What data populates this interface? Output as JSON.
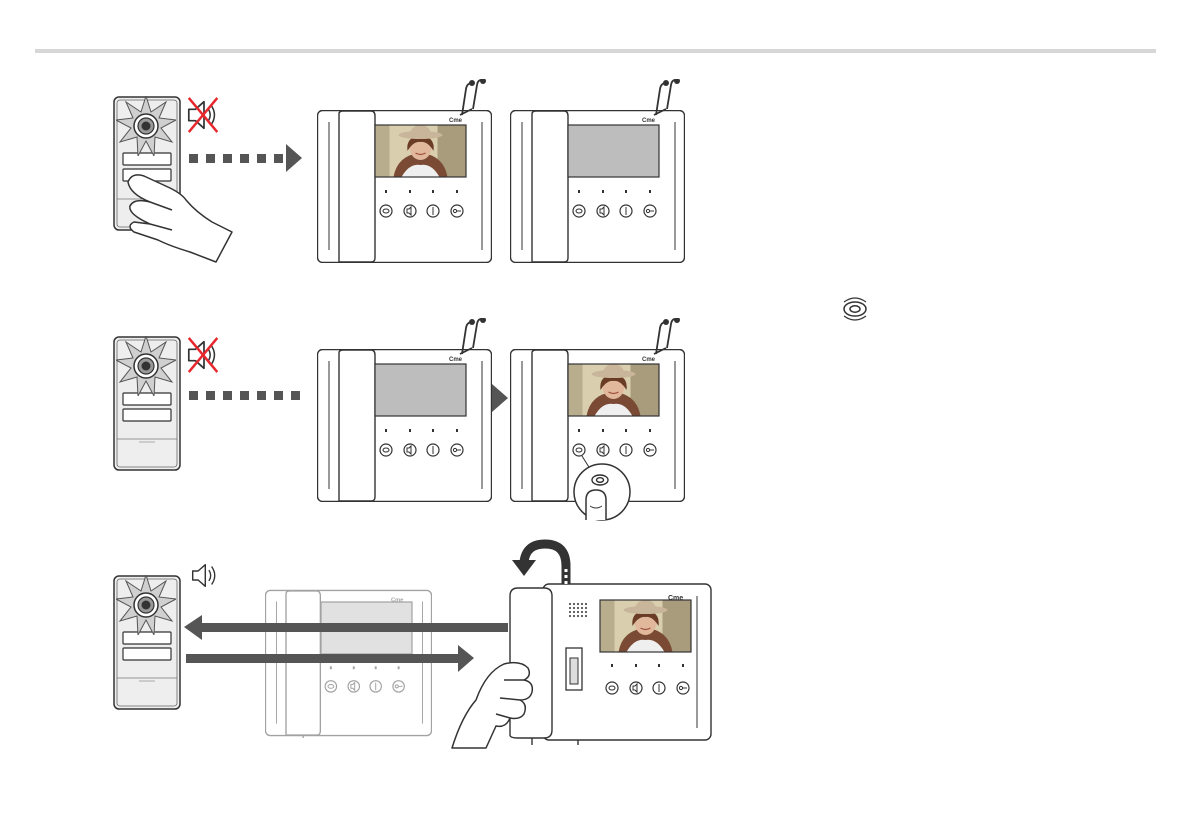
{
  "brand": {
    "logo_text": "Cme"
  },
  "icons": {
    "mute": "speaker-muted-icon",
    "sound": "speaker-sound-icon",
    "eye": "eye-autoswitch-icon",
    "ring": "chime-icon",
    "press": "pressing-hand-icon",
    "lift": "lift-handset-arrow-icon"
  },
  "colors": {
    "line": "#333333",
    "arrow": "#555555",
    "mute_cross": "#e8262d",
    "screen_gray": "#bdbdbd",
    "panel_body": "#eeeeee"
  },
  "steps": [
    {
      "id": "call-incoming",
      "screen_on": [
        true,
        false
      ]
    },
    {
      "id": "view-camera",
      "screen_on": [
        false,
        true
      ]
    },
    {
      "id": "answer-call",
      "screen_on": [
        false,
        true
      ]
    }
  ]
}
